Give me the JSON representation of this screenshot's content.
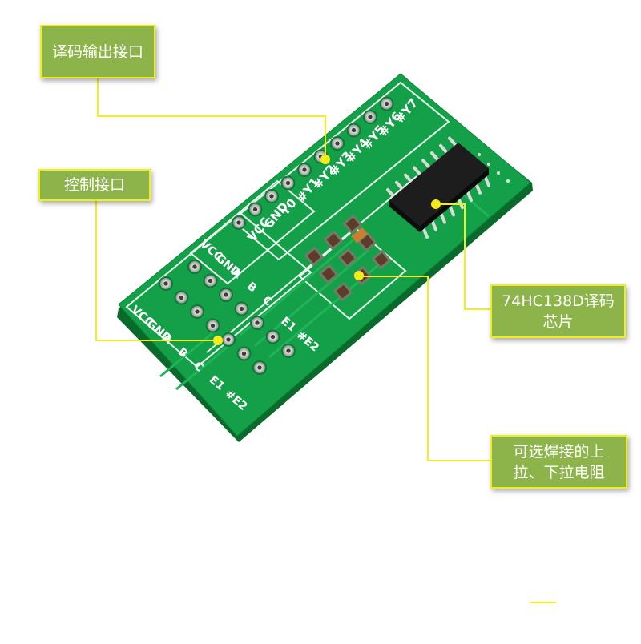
{
  "callouts": {
    "decode_output": "译码输出接口",
    "control": "控制接口",
    "chip": "74HC138D译码芯片",
    "resistors": "可选焊接的上拉、下拉电阻"
  },
  "board": {
    "left_labels": [
      "VCC",
      "GND",
      "A",
      "B",
      "C",
      "E1",
      "#E2"
    ],
    "mid_labels_a": [
      "VCC",
      "GND",
      "A",
      "B",
      "C"
    ],
    "mid_labels_b": [
      "E1",
      "#E2"
    ],
    "top_labels": [
      "VCC",
      "GND",
      "Y0",
      "#Y1",
      "#Y2",
      "#Y3",
      "#Y4",
      "#Y5",
      "#Y6",
      "#Y7"
    ]
  },
  "colors": {
    "pcb": "#14a049",
    "callout_bg": "#8db44a",
    "callout_border": "#f2ee1a",
    "leader": "#f2ee1a"
  }
}
